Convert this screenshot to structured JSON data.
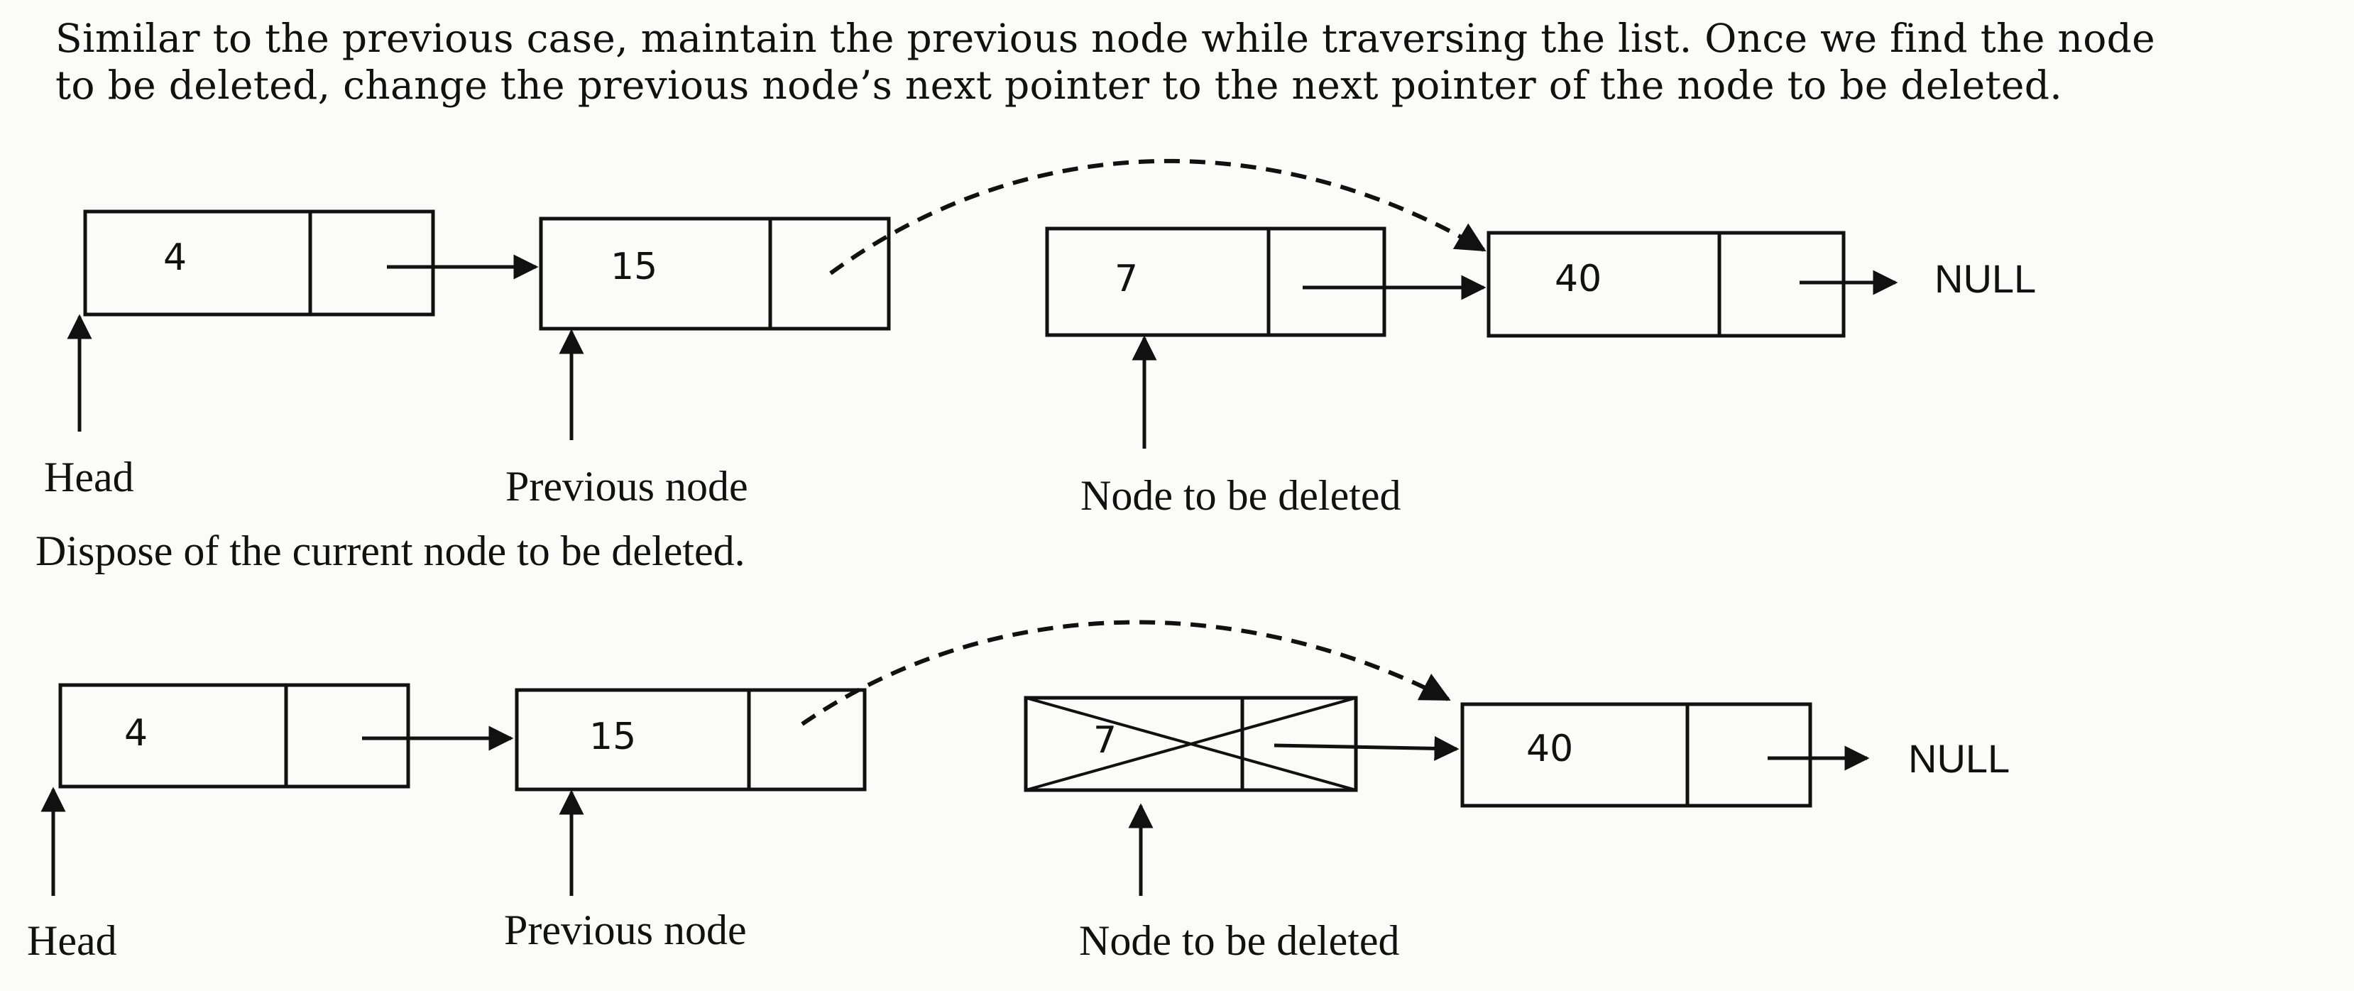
{
  "text": {
    "line1": "Similar to the previous case, maintain the previous node while traversing the list. Once we find the node",
    "line2": "to be deleted, change the previous node’s next pointer to the next pointer of the node to be deleted.",
    "between": "Dispose of the current node to be deleted."
  },
  "diagram1": {
    "nodes": [
      {
        "id": "head",
        "value": "4"
      },
      {
        "id": "previous",
        "value": "15"
      },
      {
        "id": "deleted",
        "value": "7",
        "crossed_out": false
      },
      {
        "id": "next",
        "value": "40"
      }
    ],
    "null_label": "NULL",
    "labels": {
      "head": "Head",
      "previous": "Previous node",
      "deleted": "Node to be deleted"
    }
  },
  "diagram2": {
    "nodes": [
      {
        "id": "head",
        "value": "4"
      },
      {
        "id": "previous",
        "value": "15"
      },
      {
        "id": "deleted",
        "value": "7",
        "crossed_out": true
      },
      {
        "id": "next",
        "value": "40"
      }
    ],
    "null_label": "NULL",
    "labels": {
      "head": "Head",
      "previous": "Previous node",
      "deleted": "Node to be deleted"
    }
  },
  "colors": {
    "ink": "#111111",
    "paper": "#fbfbfa"
  }
}
